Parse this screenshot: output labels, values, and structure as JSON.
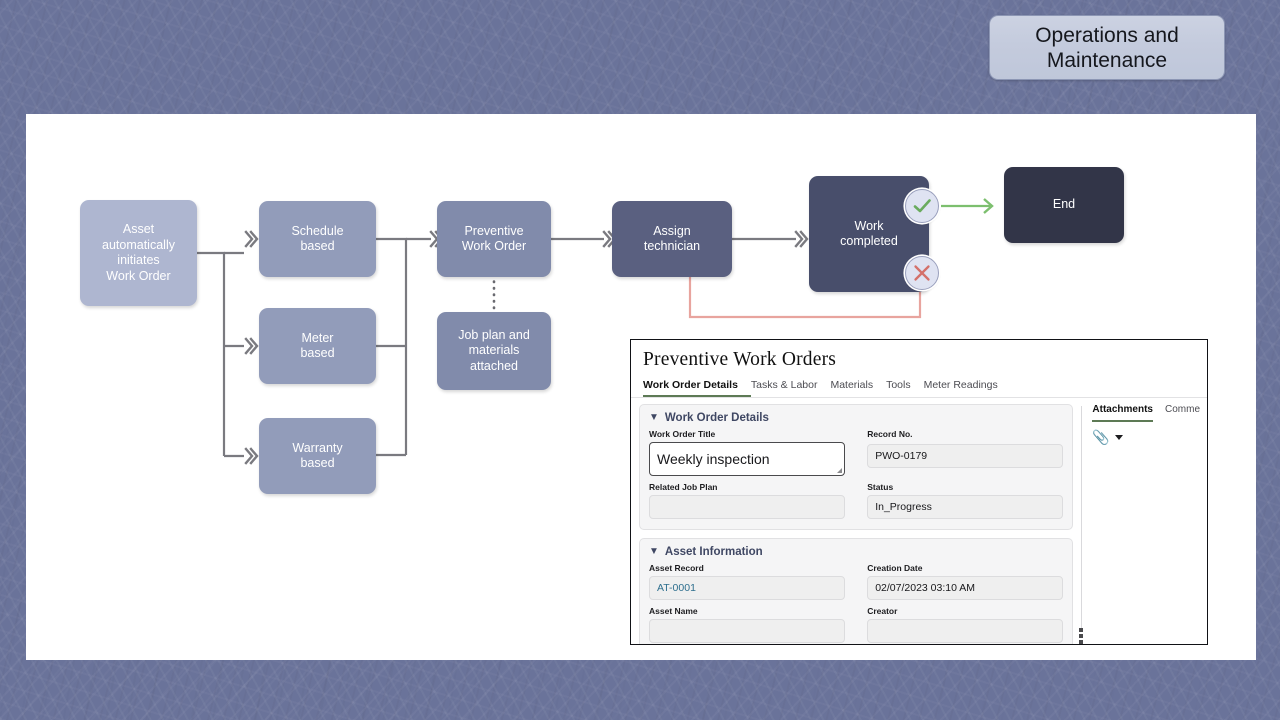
{
  "slide": {
    "title_chip": "Operations and\nMaintenance",
    "title_chip_line1": "Operations and",
    "title_chip_line2": "Maintenance",
    "background_color": "#6a739a",
    "canvas_color": "#ffffff"
  },
  "flow": {
    "nodes": [
      {
        "id": "asset-initiates",
        "label": "Asset\nautomatically\ninitiates\nWork Order",
        "color": "#aeb6d0"
      },
      {
        "id": "schedule-based",
        "label": "Schedule\nbased",
        "color": "#929cba"
      },
      {
        "id": "meter-based",
        "label": "Meter\nbased",
        "color": "#929cba"
      },
      {
        "id": "warranty-based",
        "label": "Warranty\nbased",
        "color": "#929cba"
      },
      {
        "id": "preventive-wo",
        "label": "Preventive\nWork Order",
        "color": "#818bab"
      },
      {
        "id": "job-plan",
        "label": "Job plan and\nmaterials\nattached",
        "color": "#818bab"
      },
      {
        "id": "assign-technician",
        "label": "Assign\ntechnician",
        "color": "#5a6080"
      },
      {
        "id": "work-completed",
        "label": "Work\ncompleted",
        "color": "#484e6b"
      },
      {
        "id": "end",
        "label": "End",
        "color": "#323548"
      }
    ],
    "labels": {
      "asset_initiates_l1": "Asset",
      "asset_initiates_l2": "automatically",
      "asset_initiates_l3": "initiates",
      "asset_initiates_l4": "Work Order",
      "schedule_l1": "Schedule",
      "schedule_l2": "based",
      "meter_l1": "Meter",
      "meter_l2": "based",
      "warranty_l1": "Warranty",
      "warranty_l2": "based",
      "preventive_l1": "Preventive",
      "preventive_l2": "Work Order",
      "jobplan_l1": "Job plan and",
      "jobplan_l2": "materials",
      "jobplan_l3": "attached",
      "assign_l1": "Assign",
      "assign_l2": "technician",
      "workcomp_l1": "Work",
      "workcomp_l2": "completed",
      "end": "End"
    },
    "badges": [
      {
        "id": "success-check",
        "icon": "check-icon",
        "color": "#6aab5e"
      },
      {
        "id": "failure-cross",
        "icon": "cross-icon",
        "color": "#d4706a"
      }
    ],
    "edge_colors": {
      "default": "#7a7a80",
      "success": "#7cbf6e",
      "failure": "#e8a49e"
    }
  },
  "app": {
    "title": "Preventive Work Orders",
    "tabs": [
      {
        "label": "Work Order Details",
        "active": true
      },
      {
        "label": "Tasks & Labor",
        "active": false
      },
      {
        "label": "Materials",
        "active": false
      },
      {
        "label": "Tools",
        "active": false
      },
      {
        "label": "Meter Readings",
        "active": false
      }
    ],
    "sections": [
      {
        "heading": "Work Order Details",
        "fields": [
          {
            "label": "Work Order Title",
            "value": "Weekly inspection",
            "style": "textarea"
          },
          {
            "label": "Record No.",
            "value": "PWO-0179",
            "style": "readonly"
          },
          {
            "label": "Related Job Plan",
            "value": "",
            "style": "readonly"
          },
          {
            "label": "Status",
            "value": "In_Progress",
            "style": "readonly"
          }
        ]
      },
      {
        "heading": "Asset Information",
        "fields": [
          {
            "label": "Asset Record",
            "value": "AT-0001",
            "style": "link"
          },
          {
            "label": "Creation Date",
            "value": "02/07/2023 03:10 AM",
            "style": "readonly"
          },
          {
            "label": "Asset Name",
            "value": "",
            "style": "readonly"
          },
          {
            "label": "Creator",
            "value": "",
            "style": "readonly"
          }
        ]
      }
    ],
    "right_panel": {
      "tabs": [
        {
          "label": "Attachments",
          "active": true
        },
        {
          "label": "Comme",
          "active": false
        }
      ],
      "toolbar": {
        "attach_icon": "paperclip-icon",
        "dropdown_icon": "chevron-down-icon"
      },
      "drag_handle": "vertical-dots-handle"
    },
    "accent_color": "#5d7a55",
    "link_color": "#2e6f8e"
  }
}
